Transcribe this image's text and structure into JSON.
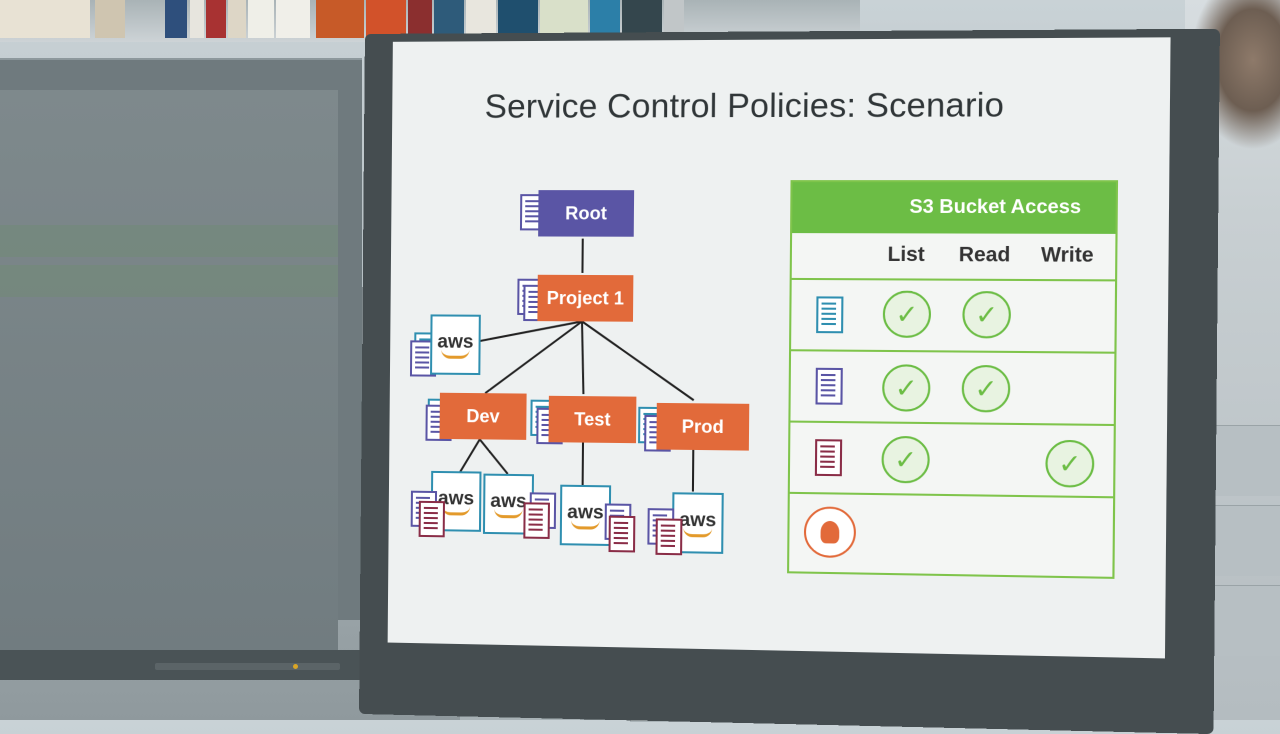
{
  "slide": {
    "title": "Service Control Policies: Scenario"
  },
  "hierarchy": {
    "root": "Root",
    "project": "Project 1",
    "dev": "Dev",
    "test": "Test",
    "prod": "Prod",
    "aws_label": "aws"
  },
  "access_table": {
    "title": "S3 Bucket Access",
    "columns": [
      "List",
      "Read",
      "Write"
    ],
    "rows": [
      {
        "policy_color": "blue",
        "list": true,
        "read": true,
        "write": false
      },
      {
        "policy_color": "purple",
        "list": true,
        "read": true,
        "write": false
      },
      {
        "policy_color": "red",
        "list": true,
        "read": false,
        "write": true
      },
      {
        "policy_color": "user",
        "list": false,
        "read": false,
        "write": false
      }
    ],
    "check_glyph": "✓"
  },
  "colors": {
    "orange": "#e26a3a",
    "purple": "#5a55a5",
    "green": "#6cbd45",
    "aws_blue": "#2f8fb0"
  }
}
